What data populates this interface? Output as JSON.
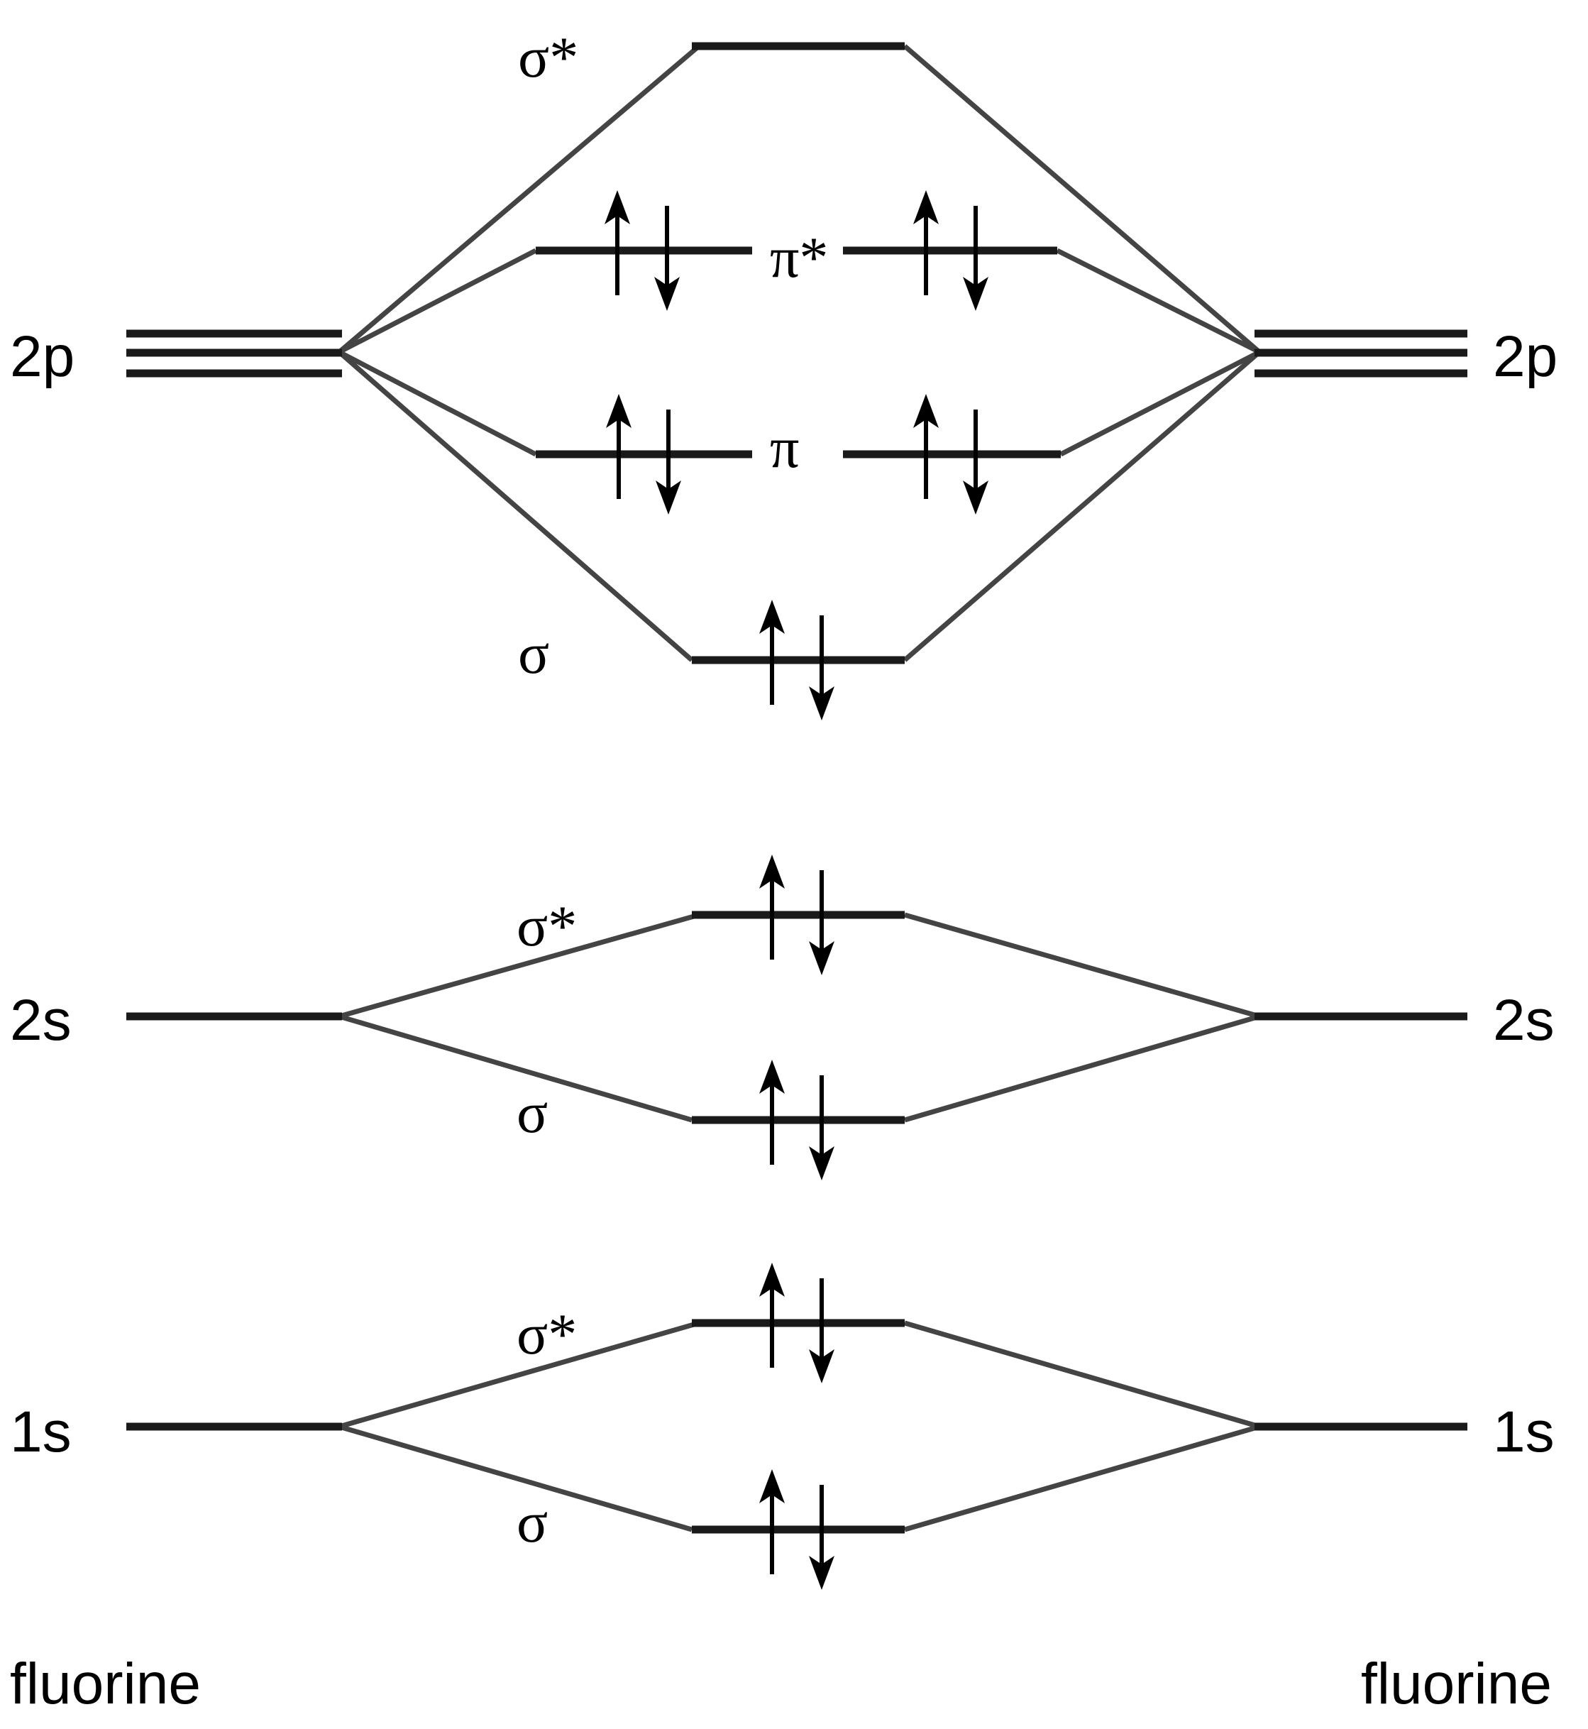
{
  "atoms": {
    "left_name": "fluorine",
    "right_name": "fluorine"
  },
  "atomic_orbitals": {
    "2p": "2p",
    "2s": "2s",
    "1s": "1s"
  },
  "molecular_orbitals": {
    "sigma_star_2p": {
      "label": "σ*",
      "electrons": 0
    },
    "pi_star_2p": {
      "label": "π*",
      "electrons": [
        2,
        2
      ]
    },
    "pi_2p": {
      "label": "π",
      "electrons": [
        2,
        2
      ]
    },
    "sigma_2p": {
      "label": "σ",
      "electrons": 2
    },
    "sigma_star_2s": {
      "label": "σ*",
      "electrons": 2
    },
    "sigma_2s": {
      "label": "σ",
      "electrons": 2
    },
    "sigma_star_1s": {
      "label": "σ*",
      "electrons": 2
    },
    "sigma_1s": {
      "label": "σ",
      "electrons": 2
    }
  },
  "colors": {
    "level": "#1a1a1a",
    "connector": "#444444",
    "arrow": "#000000"
  }
}
